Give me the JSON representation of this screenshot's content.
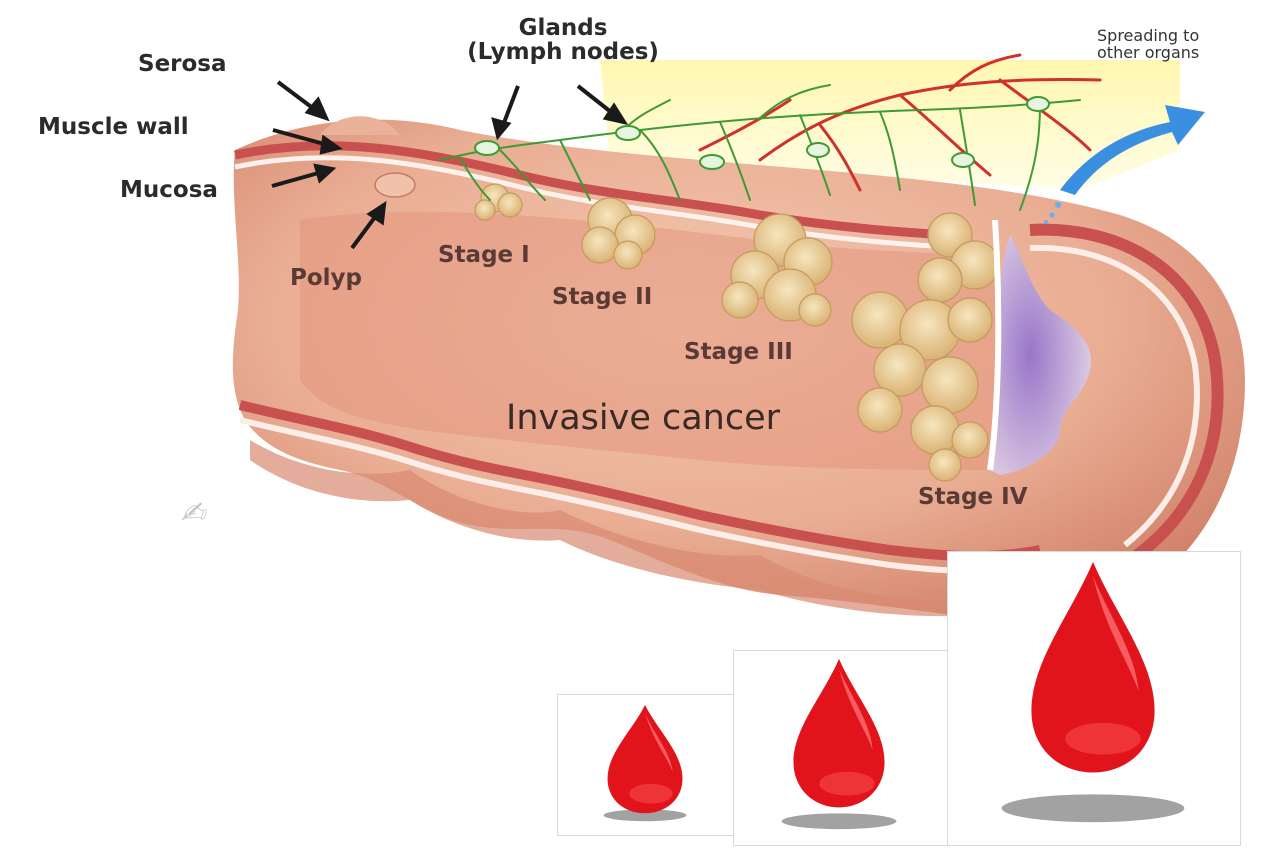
{
  "labels": {
    "glands_line1": "Glands",
    "glands_line2": "(Lymph nodes)",
    "serosa": "Serosa",
    "muscle_wall": "Muscle wall",
    "mucosa": "Mucosa",
    "polyp": "Polyp",
    "stage_1": "Stage I",
    "stage_2": "Stage II",
    "stage_3": "Stage III",
    "stage_4": "Stage IV",
    "invasive_cancer": "Invasive cancer",
    "spreading_line1": "Spreading to",
    "spreading_line2": "other organs"
  },
  "colors": {
    "tissue": "#e9ad93",
    "tissue_dark": "#c9705c",
    "wall_red": "#c8504f",
    "lymph_green": "#3f9a34",
    "vessel_red": "#d0312a",
    "tumor": "#e3c48d",
    "spread_blue": "#3b8fe0",
    "blood_red": "#e0141a"
  },
  "blood_drops": [
    {
      "size": "small"
    },
    {
      "size": "medium"
    },
    {
      "size": "large"
    }
  ]
}
